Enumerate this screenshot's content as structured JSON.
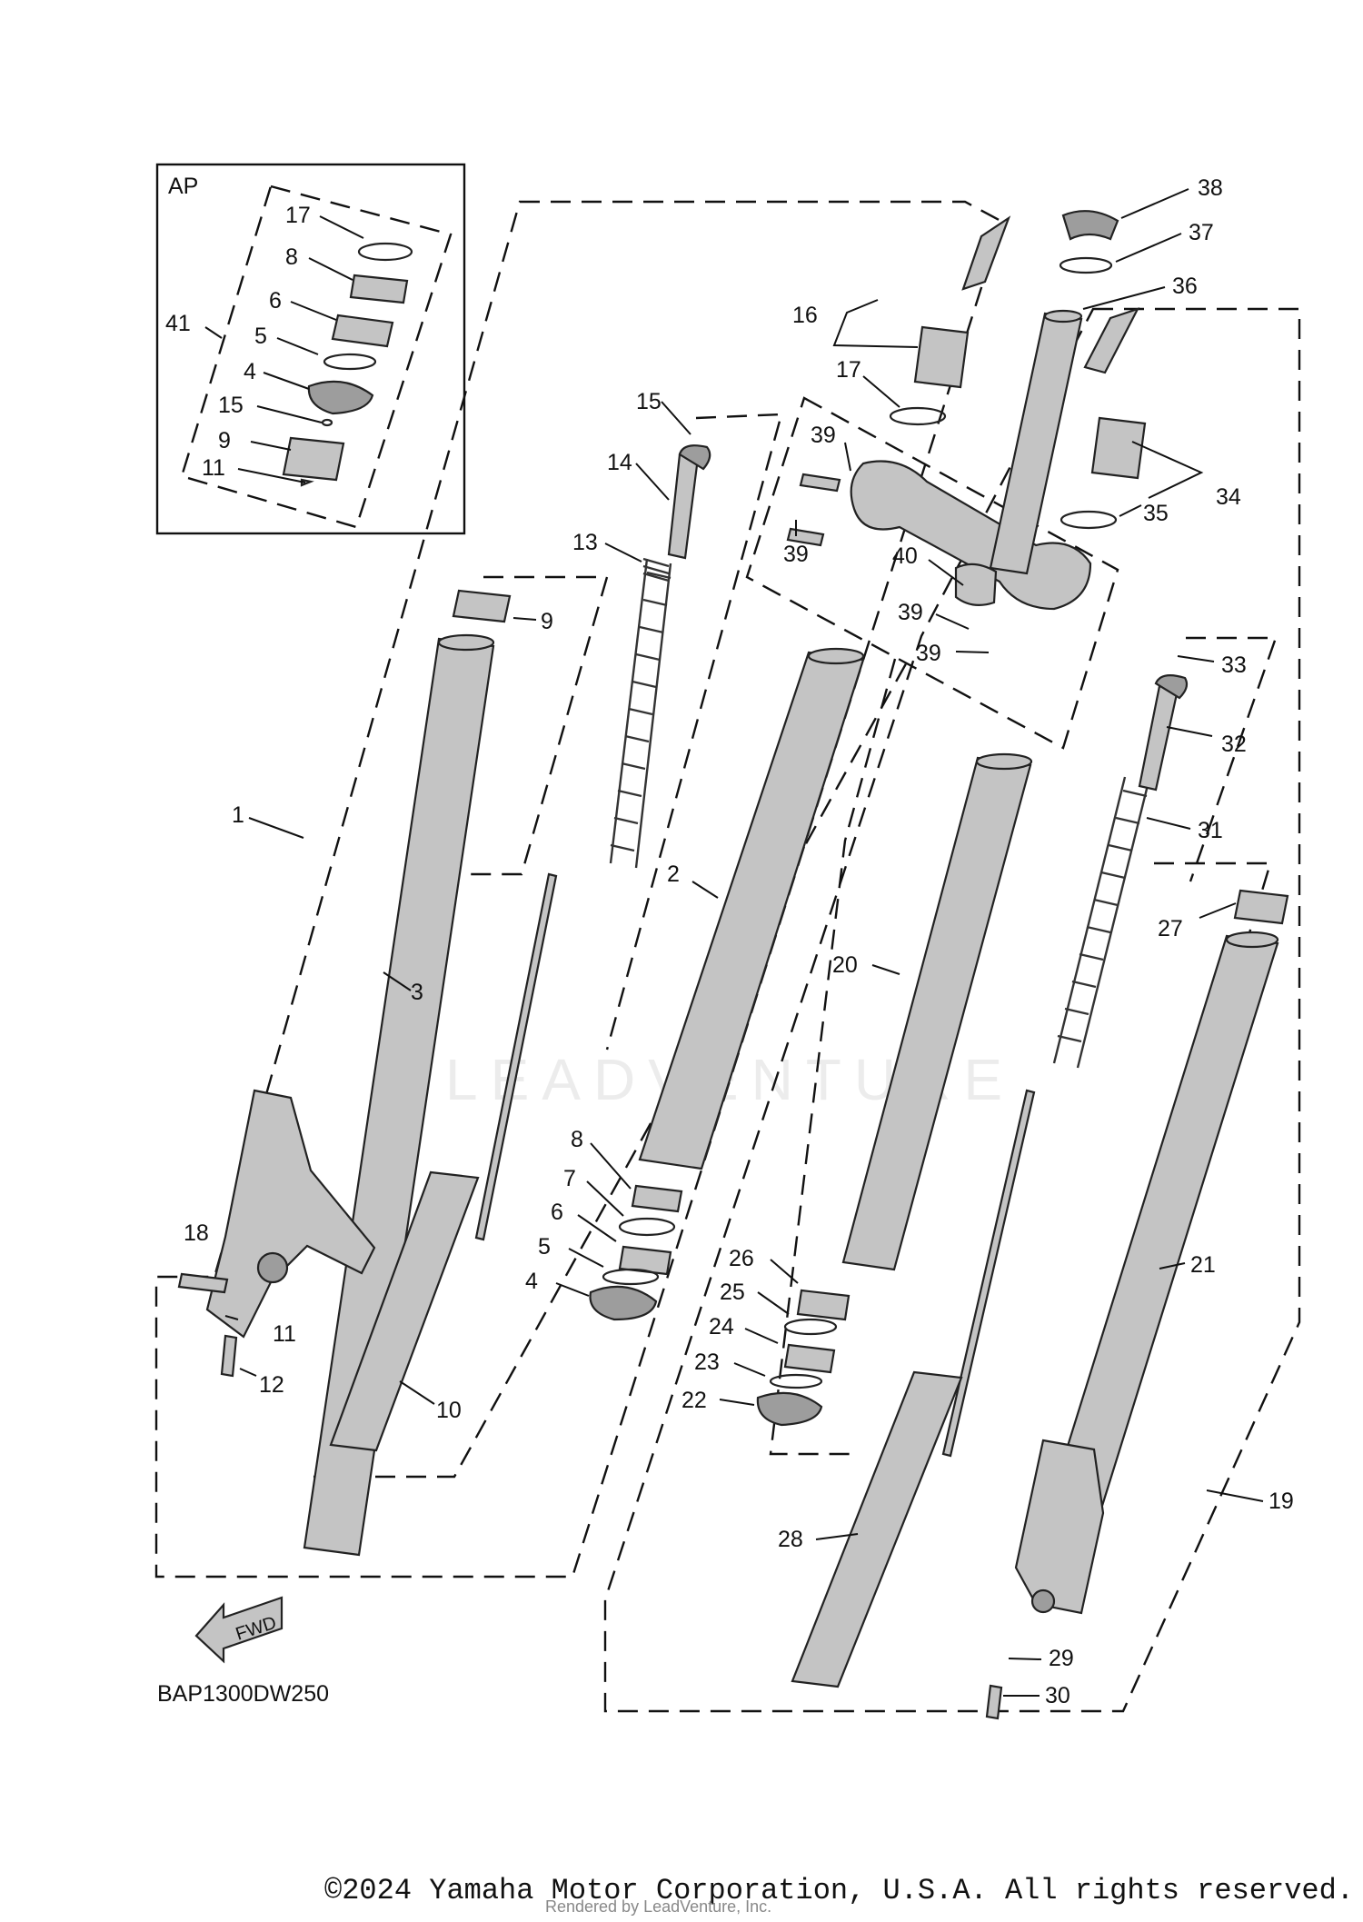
{
  "diagram": {
    "inset_label": "AP",
    "diagram_code": "BAP1300DW250",
    "fwd_arrow_label": "FWD",
    "watermark": "LEADVENTURE",
    "copyright": "©2024 Yamaha Motor Corporation, U.S.A. All rights reserved.",
    "render_credit": "Rendered by LeadVenture, Inc.",
    "callouts": [
      "1",
      "2",
      "3",
      "4",
      "4",
      "5",
      "5",
      "6",
      "6",
      "7",
      "8",
      "8",
      "9",
      "9",
      "10",
      "11",
      "11",
      "12",
      "13",
      "14",
      "15",
      "15",
      "16",
      "17",
      "17",
      "18",
      "19",
      "20",
      "21",
      "22",
      "23",
      "24",
      "25",
      "26",
      "27",
      "28",
      "29",
      "30",
      "31",
      "32",
      "33",
      "34",
      "35",
      "36",
      "37",
      "38",
      "39",
      "39",
      "39",
      "39",
      "40",
      "41"
    ]
  }
}
